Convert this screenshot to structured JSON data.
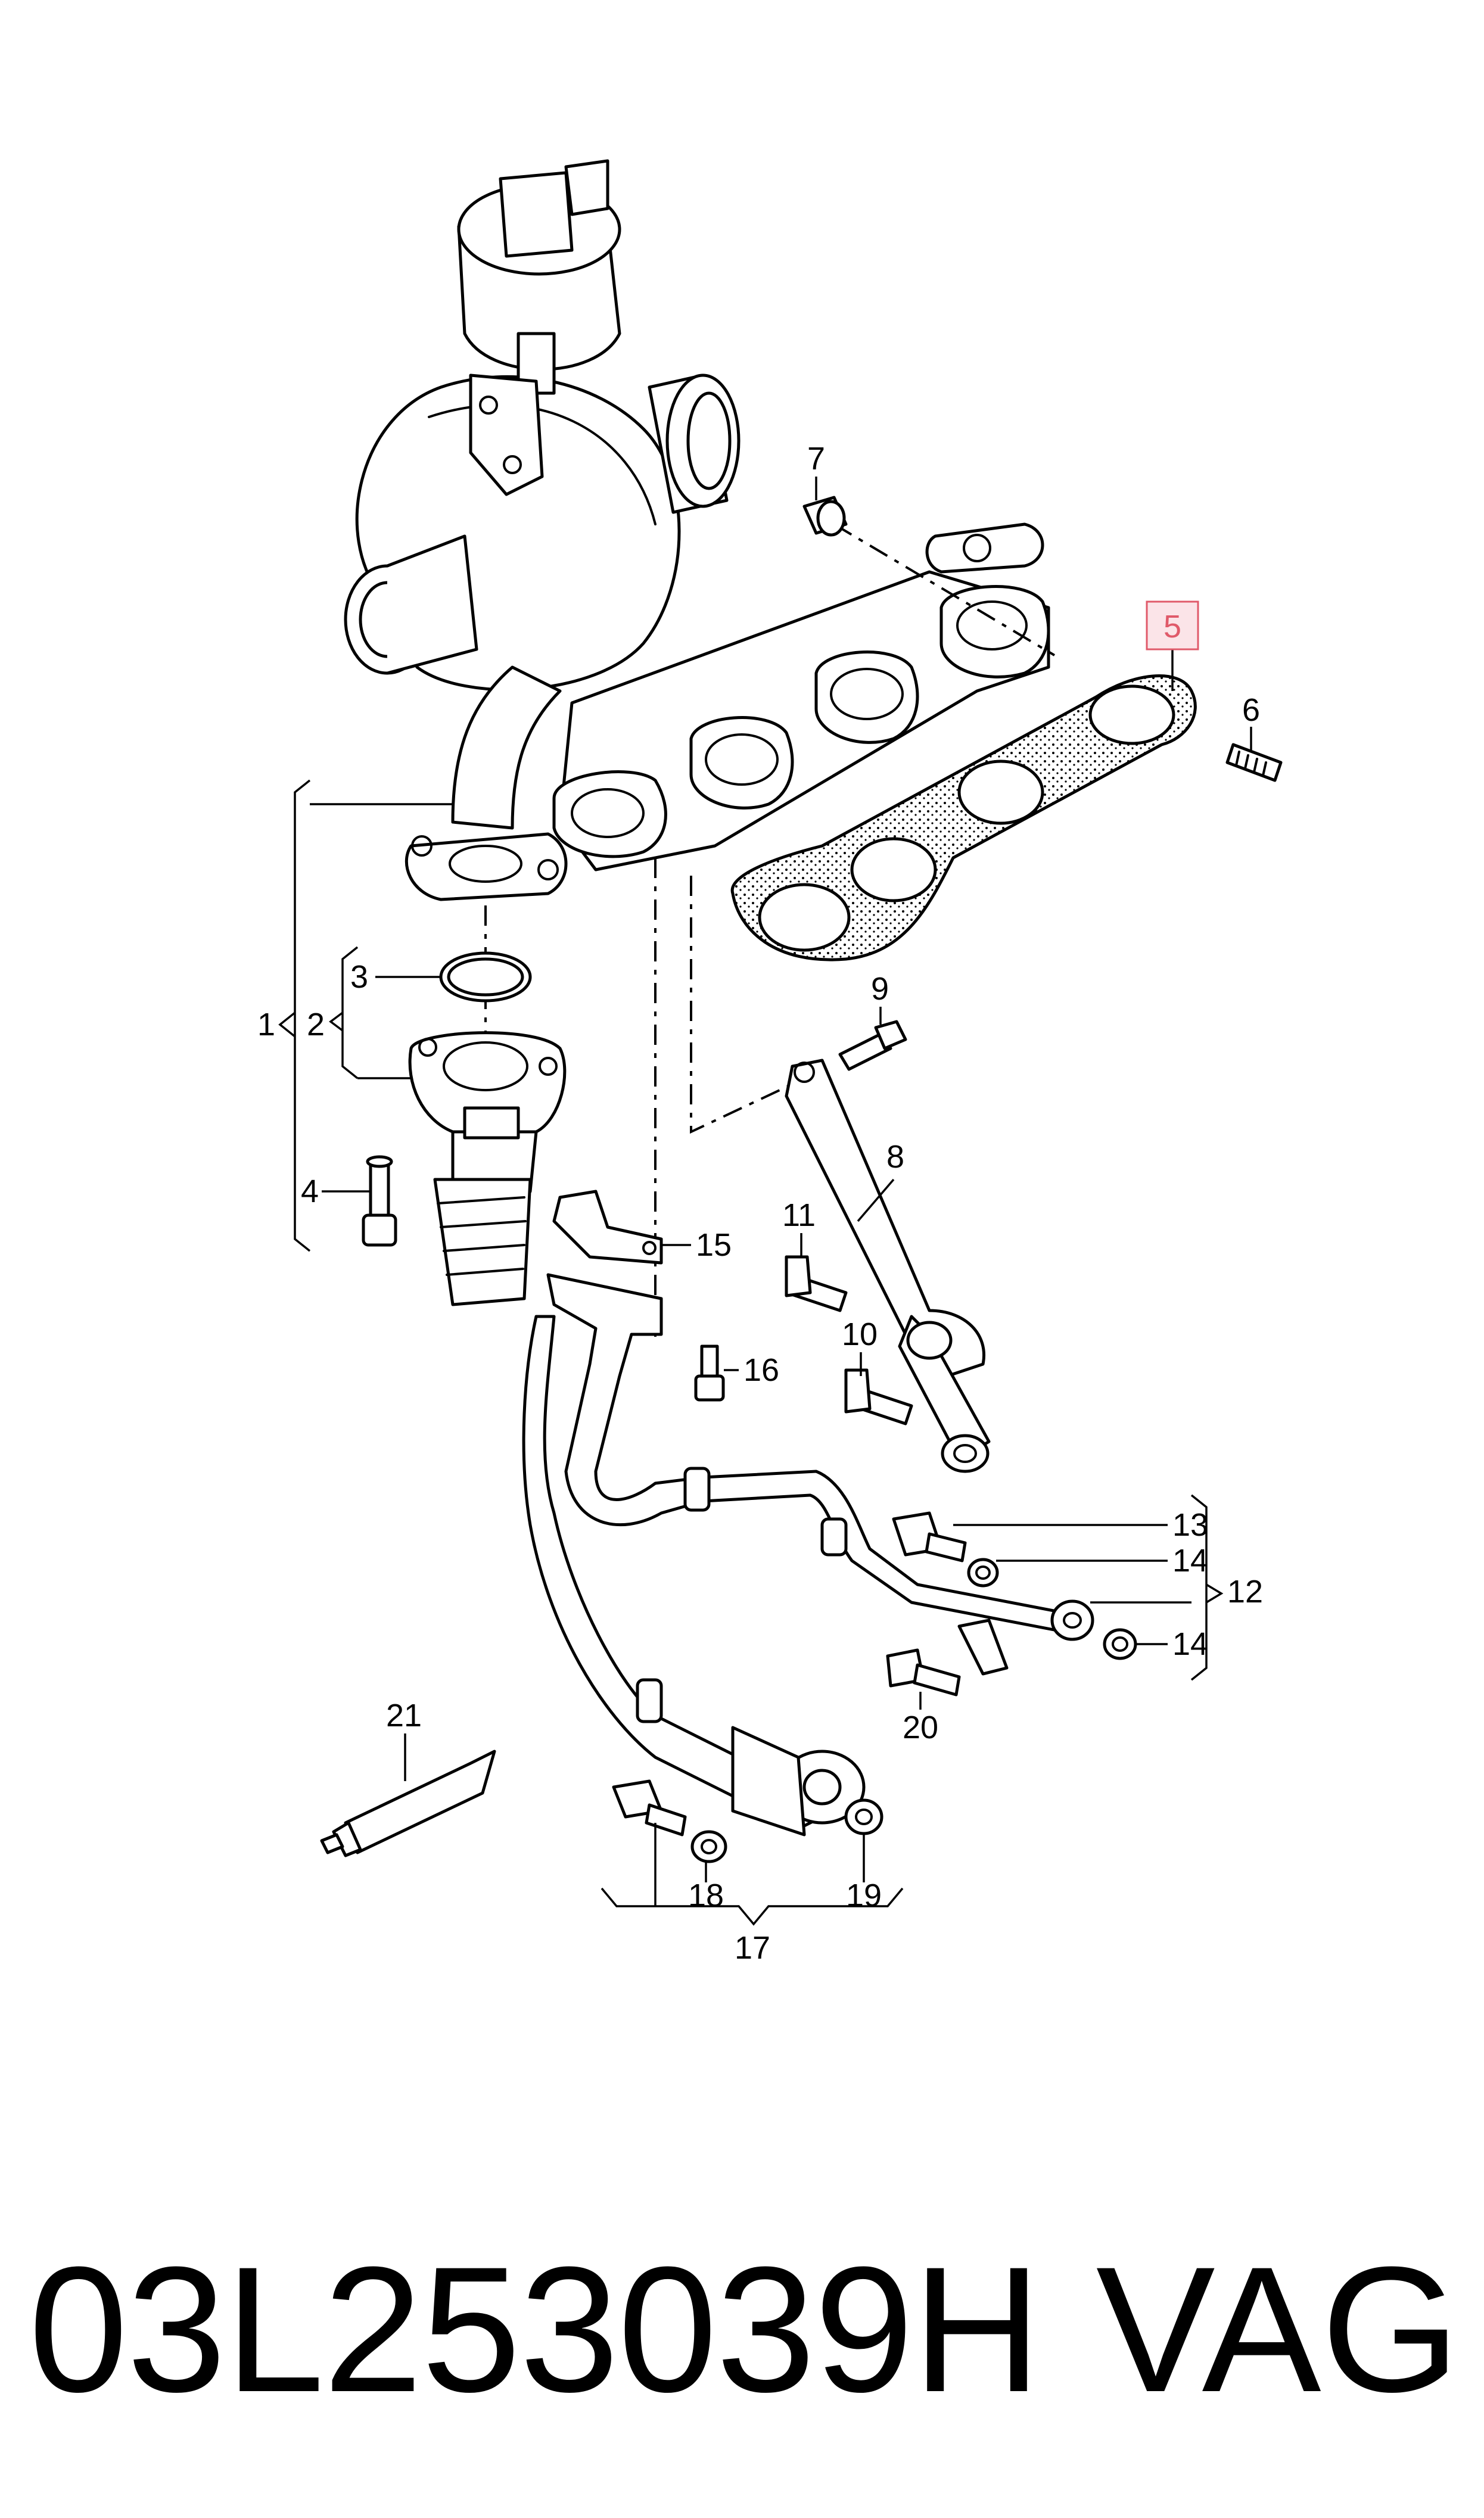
{
  "callouts": {
    "c1": "1",
    "c2": "2",
    "c3": "3",
    "c4": "4",
    "c5": "5",
    "c6": "6",
    "c7": "7",
    "c8": "8",
    "c9": "9",
    "c10": "10",
    "c11": "11",
    "c12": "12",
    "c13": "13",
    "c14a": "14",
    "c14b": "14",
    "c15": "15",
    "c16": "16",
    "c17": "17",
    "c18": "18",
    "c19": "19",
    "c20": "20",
    "c21": "21"
  },
  "highlight_color": "#e05a6a",
  "footer": {
    "part_number": "03L253039H",
    "brand": "VAG"
  }
}
